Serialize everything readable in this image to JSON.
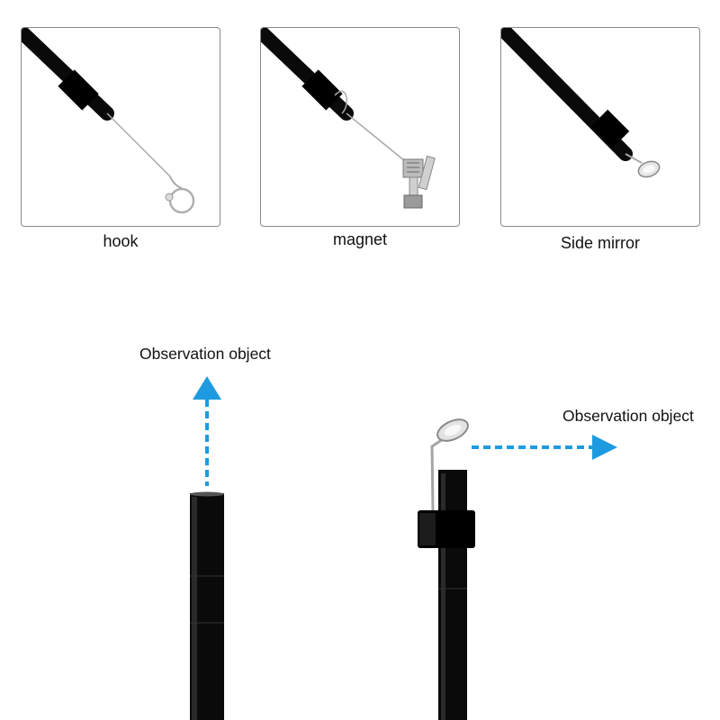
{
  "accessories": [
    {
      "label": "hook",
      "icon": "hook-icon"
    },
    {
      "label": "magnet",
      "icon": "magnet-icon"
    },
    {
      "label": "Side mirror",
      "icon": "side-mirror-icon"
    }
  ],
  "views": {
    "front": {
      "label": "Observation object",
      "arrow_color": "#1e9be0"
    },
    "side": {
      "label": "Observation object",
      "arrow_color": "#1e9be0"
    }
  }
}
